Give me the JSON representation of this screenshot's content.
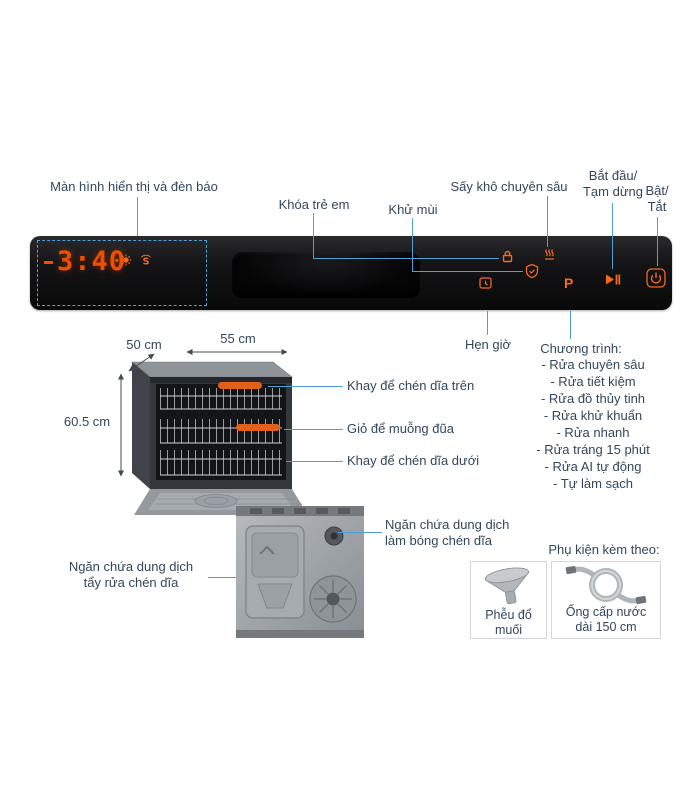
{
  "labels": {
    "display": "Màn hình hiển thị và đèn báo",
    "child_lock": "Khóa trẻ em",
    "deodorize": "Khử mùi",
    "deep_dry": "Sấy khô chuyên sâu",
    "start_pause_1": "Bắt đầu/",
    "start_pause_2": "Tạm dừng",
    "power_1": "Bật/",
    "power_2": "Tắt",
    "timer": "Hẹn giờ",
    "program_title": "Chương trình:"
  },
  "display": {
    "time": "3:40",
    "program_letter": "P"
  },
  "programs": [
    "- Rửa chuyên sâu",
    "- Rửa tiết kiệm",
    "- Rửa đồ thủy tinh",
    "- Rửa khử khuẩn",
    "- Rửa nhanh",
    "- Rửa tráng 15 phút",
    "- Rửa AI tự động",
    "- Tự làm sạch"
  ],
  "dimensions": {
    "depth": "50 cm",
    "width": "55 cm",
    "height": "60.5 cm"
  },
  "machine": {
    "upper_tray": "Khay để chén dĩa trên",
    "cutlery": "Giỏ để muỗng đũa",
    "lower_tray": "Khay để chén dĩa dưới"
  },
  "dispenser": {
    "rinse_1": "Ngăn chứa dung dịch",
    "rinse_2": "làm bóng chén dĩa",
    "detergent_1": "Ngăn chứa dung dịch",
    "detergent_2": "tẩy rửa chén dĩa"
  },
  "accessories": {
    "title": "Phụ kiện kèm theo:",
    "funnel": "Phễu đổ muối",
    "hose_1": "Ống cấp nước",
    "hose_2": "dài 150 cm"
  },
  "icons": {
    "child_lock": "lock-icon",
    "deodorize": "shield-icon",
    "deep_dry": "dry-icon",
    "timer": "delay-start-icon",
    "program": "program-p-icon",
    "start_pause": "play-pause-icon",
    "power": "power-icon",
    "display_sun": "brightness-icon",
    "display_salt": "salt-icon"
  },
  "colors": {
    "accent": "#f14e00",
    "line": "#4d9fd6",
    "text": "#33475b",
    "panel": "#111113"
  }
}
